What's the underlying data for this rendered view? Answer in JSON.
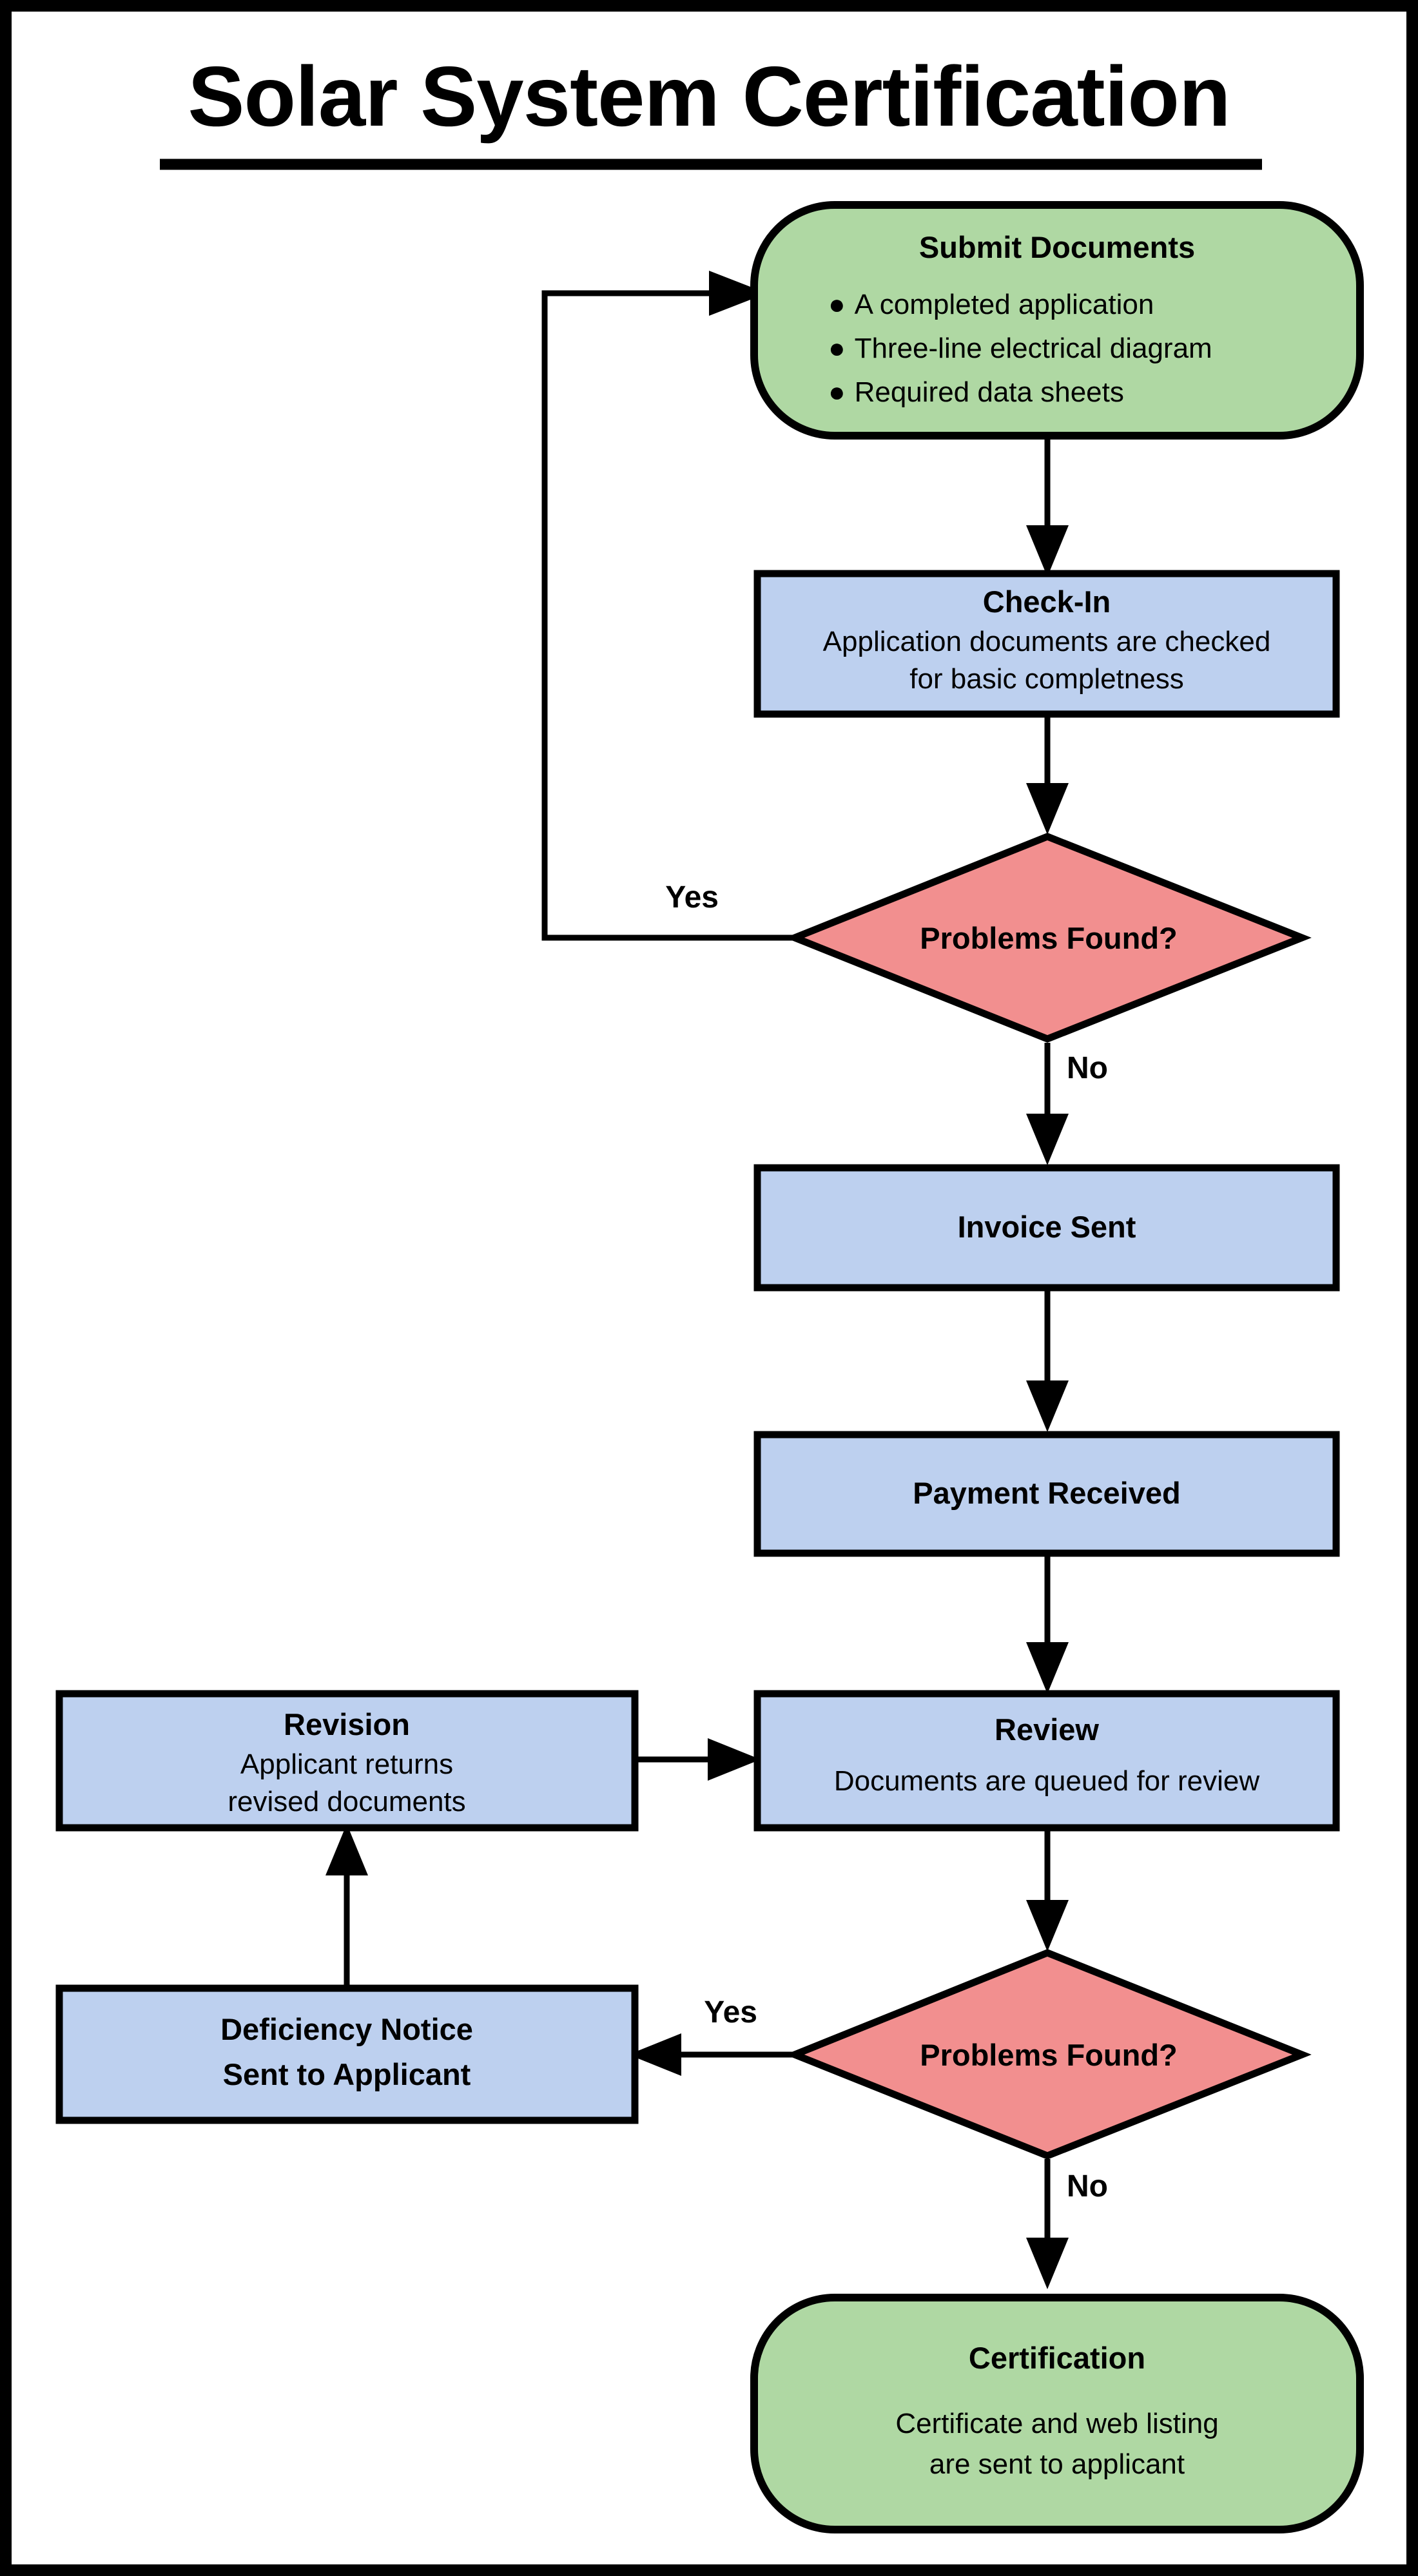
{
  "page": {
    "title": "Solar System Certification",
    "border_color": "#000000",
    "background": "#ffffff"
  },
  "palette": {
    "terminator_fill": "#AFD8A3",
    "process_fill": "#BDD0EF",
    "decision_fill": "#F28F8F",
    "stroke": "#000000",
    "text": "#000000"
  },
  "chart_data": {
    "type": "diagram",
    "subtype": "flowchart",
    "title": "Solar System Certification",
    "nodes": [
      {
        "id": "submit",
        "shape": "terminator",
        "fill": "#AFD8A3",
        "heading": "Submit Documents",
        "bullets": [
          "A completed application",
          "Three-line electrical diagram",
          "Required data sheets"
        ]
      },
      {
        "id": "checkin",
        "shape": "process",
        "fill": "#BDD0EF",
        "heading": "Check-In",
        "lines": [
          "Application documents are checked",
          "for basic completness"
        ]
      },
      {
        "id": "decision1",
        "shape": "decision",
        "fill": "#F28F8F",
        "heading": "Problems Found?"
      },
      {
        "id": "invoice",
        "shape": "process",
        "fill": "#BDD0EF",
        "heading": "Invoice Sent",
        "lines": []
      },
      {
        "id": "payment",
        "shape": "process",
        "fill": "#BDD0EF",
        "heading": "Payment Received",
        "lines": []
      },
      {
        "id": "revision",
        "shape": "process",
        "fill": "#BDD0EF",
        "heading": "Revision",
        "lines": [
          "Applicant returns",
          "revised documents"
        ]
      },
      {
        "id": "review",
        "shape": "process",
        "fill": "#BDD0EF",
        "heading": "Review",
        "lines": [
          "Documents are queued for review"
        ]
      },
      {
        "id": "deficiency",
        "shape": "process",
        "fill": "#BDD0EF",
        "heading_lines": [
          "Deficiency Notice",
          "Sent to Applicant"
        ]
      },
      {
        "id": "decision2",
        "shape": "decision",
        "fill": "#F28F8F",
        "heading": "Problems Found?"
      },
      {
        "id": "certification",
        "shape": "terminator",
        "fill": "#AFD8A3",
        "heading": "Certification",
        "lines": [
          "Certificate and web listing",
          "are sent to applicant"
        ]
      }
    ],
    "edges": [
      {
        "from": "submit",
        "to": "checkin",
        "label": ""
      },
      {
        "from": "checkin",
        "to": "decision1",
        "label": ""
      },
      {
        "from": "decision1",
        "to": "submit",
        "label": "Yes"
      },
      {
        "from": "decision1",
        "to": "invoice",
        "label": "No"
      },
      {
        "from": "invoice",
        "to": "payment",
        "label": ""
      },
      {
        "from": "payment",
        "to": "review",
        "label": ""
      },
      {
        "from": "revision",
        "to": "review",
        "label": ""
      },
      {
        "from": "review",
        "to": "decision2",
        "label": ""
      },
      {
        "from": "decision2",
        "to": "deficiency",
        "label": "Yes"
      },
      {
        "from": "deficiency",
        "to": "revision",
        "label": ""
      },
      {
        "from": "decision2",
        "to": "certification",
        "label": "No"
      }
    ],
    "edge_labels": {
      "yes_top": "Yes",
      "no_top": "No",
      "yes_bottom": "Yes",
      "no_bottom": "No"
    }
  },
  "nodes": {
    "submit": {
      "heading": "Submit Documents",
      "bullet1": "A completed application",
      "bullet2": "Three-line electrical diagram",
      "bullet3": "Required data sheets",
      "bullet_glyph": "●"
    },
    "checkin": {
      "heading": "Check-In",
      "line1": "Application documents are checked",
      "line2": "for basic completness"
    },
    "decision1": {
      "heading": "Problems Found?"
    },
    "invoice": {
      "heading": "Invoice Sent"
    },
    "payment": {
      "heading": "Payment Received"
    },
    "revision": {
      "heading": "Revision",
      "line1": "Applicant returns",
      "line2": "revised documents"
    },
    "review": {
      "heading": "Review",
      "line1": "Documents are queued for review"
    },
    "deficiency": {
      "line1": "Deficiency Notice",
      "line2": "Sent to Applicant"
    },
    "decision2": {
      "heading": "Problems Found?"
    },
    "certification": {
      "heading": "Certification",
      "line1": "Certificate and web listing",
      "line2": "are sent to applicant"
    }
  },
  "labels": {
    "yes_top": "Yes",
    "no_top": "No",
    "yes_bottom": "Yes",
    "no_bottom": "No"
  }
}
